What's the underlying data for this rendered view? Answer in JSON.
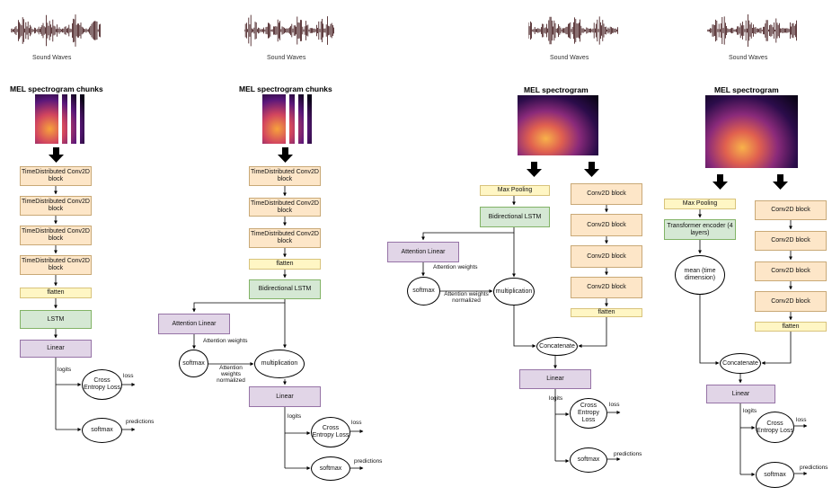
{
  "sound_waves_label": "Sound Waves",
  "colors": {
    "conv": "#fde6c8",
    "flatten": "#fff6c4",
    "green": "#d5e8d4",
    "purple": "#e1d5e7",
    "spectrogram_dark": "#0c0418",
    "spectrogram_hot": "#f6a33a"
  },
  "panels": [
    {
      "title": "MEL spectrogram chunks",
      "blocks": [
        "TimeDistributed Conv2D block",
        "TimeDistributed Conv2D block",
        "TimeDistributed Conv2D block",
        "TimeDistributed Conv2D block"
      ],
      "flatten": "flatten",
      "recurrent": "LSTM",
      "linear": "Linear",
      "logits": "logits",
      "cross_entropy": "Cross Entropy Loss",
      "loss": "loss",
      "softmax": "softmax",
      "predictions": "predictions"
    },
    {
      "title": "MEL spectrogram chunks",
      "blocks": [
        "TimeDistributed Conv2D block",
        "TimeDistributed Conv2D block",
        "TimeDistributed Conv2D block"
      ],
      "flatten": "flatten",
      "recurrent": "Bidirectional LSTM",
      "attention_linear": "Attention Linear",
      "attention_weights": "Attention weights",
      "attention_softmax": "softmax",
      "attention_normalized": "Attention weights normalized",
      "multiplication": "multiplication",
      "linear": "Linear",
      "logits": "logits",
      "cross_entropy": "Cross Entropy Loss",
      "loss": "loss",
      "softmax": "softmax",
      "predictions": "predictions"
    },
    {
      "title": "MEL spectrogram",
      "max_pooling": "Max Pooling",
      "recurrent": "Bidirectional LSTM",
      "attention_linear": "Attention Linear",
      "attention_weights": "Attention weights",
      "attention_softmax": "softmax",
      "attention_normalized": "Attention weights normalized",
      "multiplication": "multiplication",
      "blocks": [
        "Conv2D block",
        "Conv2D block",
        "Conv2D block",
        "Conv2D block"
      ],
      "flatten": "flatten",
      "concatenate": "Concatenate",
      "linear": "Linear",
      "logits": "logits",
      "cross_entropy": "Cross Entropy Loss",
      "loss": "loss",
      "softmax": "softmax",
      "predictions": "predictions"
    },
    {
      "title": "MEL spectrogram",
      "max_pooling": "Max Pooling",
      "transformer": "Transformer encoder (4 layers)",
      "mean": "mean (time dimension)",
      "blocks": [
        "Conv2D block",
        "Conv2D block",
        "Conv2D block",
        "Conv2D block"
      ],
      "flatten": "flatten",
      "concatenate": "Concatenate",
      "linear": "Linear",
      "logits": "logits",
      "cross_entropy": "Cross Entropy Loss",
      "loss": "loss",
      "softmax": "softmax",
      "predictions": "predictions"
    }
  ]
}
